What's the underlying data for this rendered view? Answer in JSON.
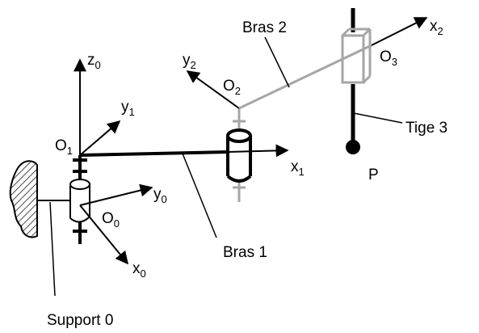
{
  "labels": {
    "z0": {
      "main": "z",
      "sub": "0"
    },
    "y0": {
      "main": "y",
      "sub": "0"
    },
    "x0": {
      "main": "x",
      "sub": "0"
    },
    "O0": {
      "main": "O",
      "sub": "0"
    },
    "y1": {
      "main": "y",
      "sub": "1"
    },
    "x1": {
      "main": "x",
      "sub": "1"
    },
    "O1": {
      "main": "O",
      "sub": "1"
    },
    "y2": {
      "main": "y",
      "sub": "2"
    },
    "x2": {
      "main": "x",
      "sub": "2"
    },
    "O2": {
      "main": "O",
      "sub": "2"
    },
    "O3": {
      "main": "O",
      "sub": "3"
    },
    "P": "P"
  },
  "callouts": {
    "support": "Support 0",
    "arm1": "Bras 1",
    "arm2": "Bras 2",
    "rod": "Tige 3"
  },
  "colors": {
    "ink": "#000000",
    "arm2": "#a6a6a6"
  }
}
